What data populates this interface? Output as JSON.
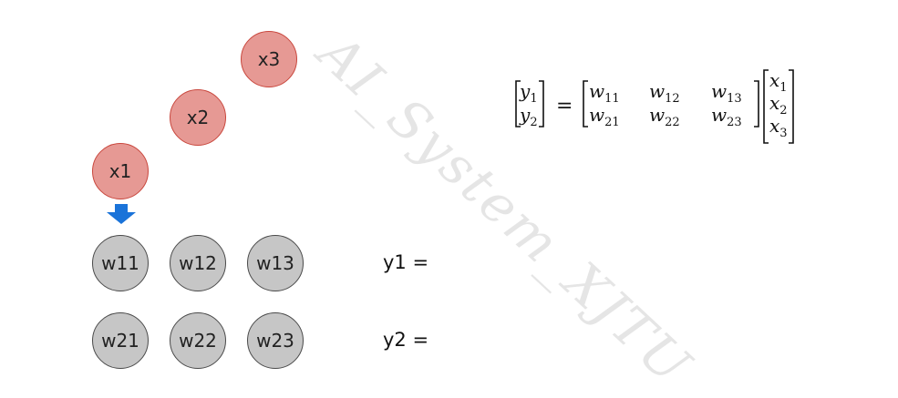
{
  "watermark": "AI_System_XJTU",
  "inputs": [
    {
      "label": "x1"
    },
    {
      "label": "x2"
    },
    {
      "label": "x3"
    }
  ],
  "weights": [
    [
      {
        "label": "w11"
      },
      {
        "label": "w12"
      },
      {
        "label": "w13"
      }
    ],
    [
      {
        "label": "w21"
      },
      {
        "label": "w22"
      },
      {
        "label": "w23"
      }
    ]
  ],
  "outputs": [
    {
      "label": "y1 ="
    },
    {
      "label": "y2 ="
    }
  ],
  "formula": {
    "y": [
      "y",
      "y"
    ],
    "y_sub": [
      "1",
      "2"
    ],
    "w_sub": [
      [
        "11",
        "12",
        "13"
      ],
      [
        "21",
        "22",
        "23"
      ]
    ],
    "x_sub": [
      "1",
      "2",
      "3"
    ]
  },
  "colors": {
    "input_fill": "#e69994",
    "input_border": "#c9473d",
    "weight_fill": "#c6c6c6",
    "weight_border": "#4a4a4a",
    "arrow": "#1a73d9"
  },
  "icons": {
    "arrow": "down-arrow-icon"
  }
}
